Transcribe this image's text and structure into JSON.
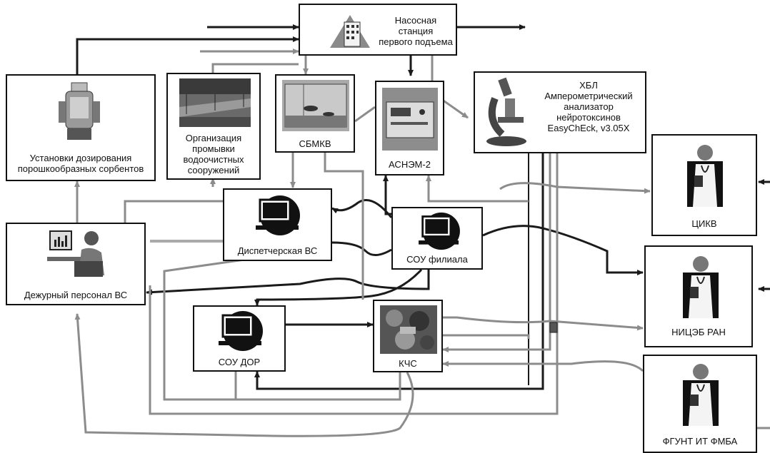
{
  "nodes": {
    "pump_station": {
      "label_lines": [
        "Насосная",
        "станция",
        "первого подъема"
      ],
      "icon": "building-icon"
    },
    "dosing": {
      "label_lines": [
        "Установки дозирования",
        "порошкообразных сорбентов"
      ],
      "icon": "dosing-unit-icon"
    },
    "washing": {
      "label_lines": [
        "Организация",
        "промывки",
        "водоочистных",
        "сооружений"
      ],
      "icon": "water-tank-photo-icon"
    },
    "sbmkv": {
      "label": "СБМКВ",
      "icon": "aquarium-icon"
    },
    "asnem": {
      "label": "АСНЭМ-2",
      "icon": "analyzer-device-icon"
    },
    "hbl": {
      "label_lines": [
        "ХБЛ",
        "Амперометрический",
        "анализатор",
        "нейротоксинов",
        "EasyChEck, v3.05X"
      ],
      "icon": "microscope-icon"
    },
    "dispatch": {
      "label": "Диспетчерская ВС",
      "icon": "computer-icon"
    },
    "duty": {
      "label": "Дежурный персонал ВС",
      "icon": "operator-icon"
    },
    "sou_filial": {
      "label": "СОУ филиала",
      "icon": "computer-icon"
    },
    "sou_dor": {
      "label": "СОУ ДОР",
      "icon": "computer-icon"
    },
    "kchs": {
      "label": "КЧС",
      "icon": "map-icon"
    },
    "cikv": {
      "label": "ЦИКВ",
      "icon": "doctor-icon"
    },
    "nicebran": {
      "label": "НИЦЭБ РАН",
      "icon": "doctor-icon"
    },
    "fgunt": {
      "label": "ФГУНТ ИТ ФМБА",
      "icon": "doctor-icon"
    }
  },
  "colors": {
    "black_line": "#1a1a1a",
    "gray_line": "#8c8c8c",
    "box_border": "#111111"
  }
}
